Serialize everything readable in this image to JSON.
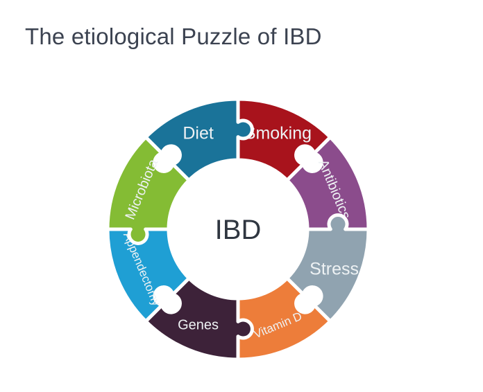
{
  "slide": {
    "background_color": "#ffffff",
    "title": "The etiological Puzzle of IBD",
    "title_color": "#3b4250"
  },
  "diagram": {
    "name": "etiological-puzzle-ring",
    "type": "donut-puzzle",
    "center_label": "IBD",
    "center_label_color": "#2f3640",
    "center_fill": "#ffffff",
    "segment_gap_color": "#ffffff",
    "segment_count": 8,
    "segments": [
      {
        "label": "Smoking",
        "color": "#a8131c",
        "text_color": "#f2e9ea",
        "start_deg": 0,
        "end_deg": 45,
        "label_size": "big",
        "rotate": false
      },
      {
        "label": "Antibiotics",
        "color": "#8b4c8c",
        "text_color": "#f0e8f0",
        "start_deg": 45,
        "end_deg": 90,
        "label_size": "mid",
        "rotate": true
      },
      {
        "label": "Stress",
        "color": "#90a3b0",
        "text_color": "#f2f5f7",
        "start_deg": 90,
        "end_deg": 135,
        "label_size": "big",
        "rotate": false
      },
      {
        "label": "Vitamin D",
        "color": "#ed7d3a",
        "text_color": "#fdefe4",
        "start_deg": 135,
        "end_deg": 180,
        "label_size": "sm",
        "rotate": true
      },
      {
        "label": "Genes",
        "color": "#3d2239",
        "text_color": "#e9e4e8",
        "start_deg": 180,
        "end_deg": 225,
        "label_size": "mid",
        "rotate": false
      },
      {
        "label": "Appendectomy",
        "color": "#1f9fd4",
        "text_color": "#eaf6fc",
        "start_deg": 225,
        "end_deg": 270,
        "label_size": "sm",
        "rotate": true
      },
      {
        "label": "Microbiota",
        "color": "#84bc34",
        "text_color": "#f1f8e6",
        "start_deg": 270,
        "end_deg": 315,
        "label_size": "mid",
        "rotate": true
      },
      {
        "label": "Diet",
        "color": "#1a7399",
        "text_color": "#e8f2f7",
        "start_deg": 315,
        "end_deg": 360,
        "label_size": "big",
        "rotate": false
      }
    ]
  }
}
